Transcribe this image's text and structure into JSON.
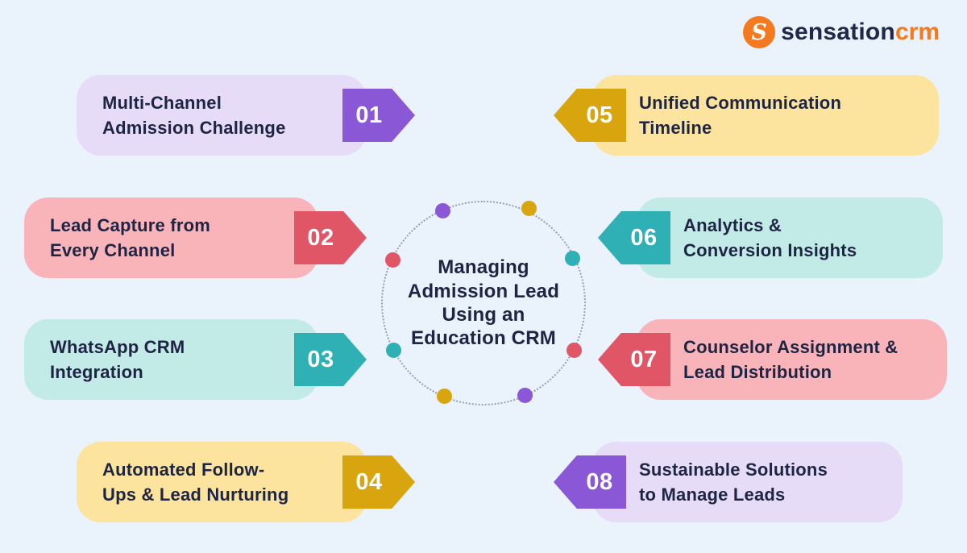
{
  "background_color": "#eaf2fc",
  "logo": {
    "icon_letter": "S",
    "icon_color": "#f4791f",
    "brand_primary": "sensation",
    "brand_primary_color": "#20284a",
    "brand_secondary": "crm",
    "brand_secondary_color": "#f4791f"
  },
  "center": {
    "title": "Managing\nAdmission Lead\nUsing an\nEducation CRM",
    "circle_style": "dotted",
    "text_color": "#1e2444"
  },
  "dots": [
    {
      "position": "top-left",
      "color": "#8a57d6"
    },
    {
      "position": "top-right",
      "color": "#d8a50e"
    },
    {
      "position": "right-upper",
      "color": "#2fb0b4"
    },
    {
      "position": "right-lower",
      "color": "#e05666"
    },
    {
      "position": "bottom-right",
      "color": "#8a57d6"
    },
    {
      "position": "bottom-left",
      "color": "#d8a50e"
    },
    {
      "position": "left-lower",
      "color": "#2fb0b4"
    },
    {
      "position": "left-upper",
      "color": "#e05666"
    }
  ],
  "items": [
    {
      "number": "01",
      "label": "Multi-Channel\nAdmission Challenge",
      "side": "left",
      "pill_color": "#e6dcf7",
      "badge_color": "#8a57d6"
    },
    {
      "number": "02",
      "label": "Lead Capture from\nEvery Channel",
      "side": "left",
      "pill_color": "#f9b4ba",
      "badge_color": "#e05666"
    },
    {
      "number": "03",
      "label": "WhatsApp CRM\nIntegration",
      "side": "left",
      "pill_color": "#c2eae6",
      "badge_color": "#2fb0b4"
    },
    {
      "number": "04",
      "label": "Automated Follow-\nUps & Lead Nurturing",
      "side": "left",
      "pill_color": "#fce49e",
      "badge_color": "#d8a50e"
    },
    {
      "number": "05",
      "label": "Unified Communication\nTimeline",
      "side": "right",
      "pill_color": "#fce49e",
      "badge_color": "#d8a50e"
    },
    {
      "number": "06",
      "label": "Analytics &\nConversion Insights",
      "side": "right",
      "pill_color": "#c2eae6",
      "badge_color": "#2fb0b4"
    },
    {
      "number": "07",
      "label": "Counselor Assignment &\nLead Distribution",
      "side": "right",
      "pill_color": "#f9b4ba",
      "badge_color": "#e05666"
    },
    {
      "number": "08",
      "label": "Sustainable Solutions\nto Manage Leads",
      "side": "right",
      "pill_color": "#e6dcf7",
      "badge_color": "#8a57d6"
    }
  ]
}
